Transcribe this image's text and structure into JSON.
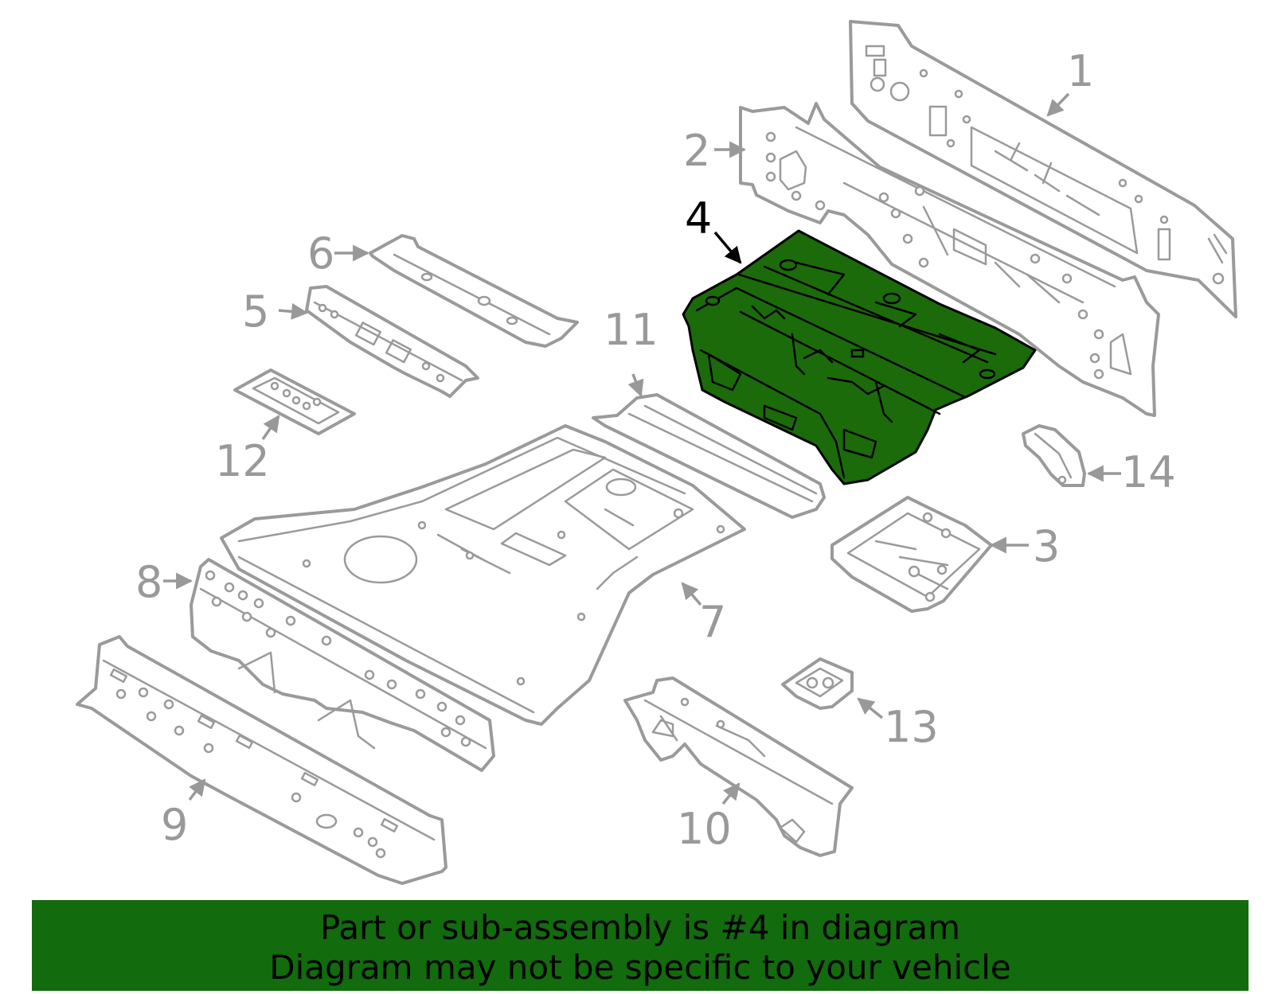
{
  "callouts": {
    "c1": "1",
    "c2": "2",
    "c3": "3",
    "c4": "4",
    "c5": "5",
    "c6": "6",
    "c7": "7",
    "c8": "8",
    "c9": "9",
    "c10": "10",
    "c11": "11",
    "c12": "12",
    "c13": "13",
    "c14": "14"
  },
  "highlight": {
    "part_number": "4",
    "fill_color": "#1b6b0a"
  },
  "banner": {
    "line1": "Part or sub-assembly is #4 in diagram",
    "line2": "Diagram may not be specific to your vehicle",
    "background_color": "#126b0d"
  }
}
